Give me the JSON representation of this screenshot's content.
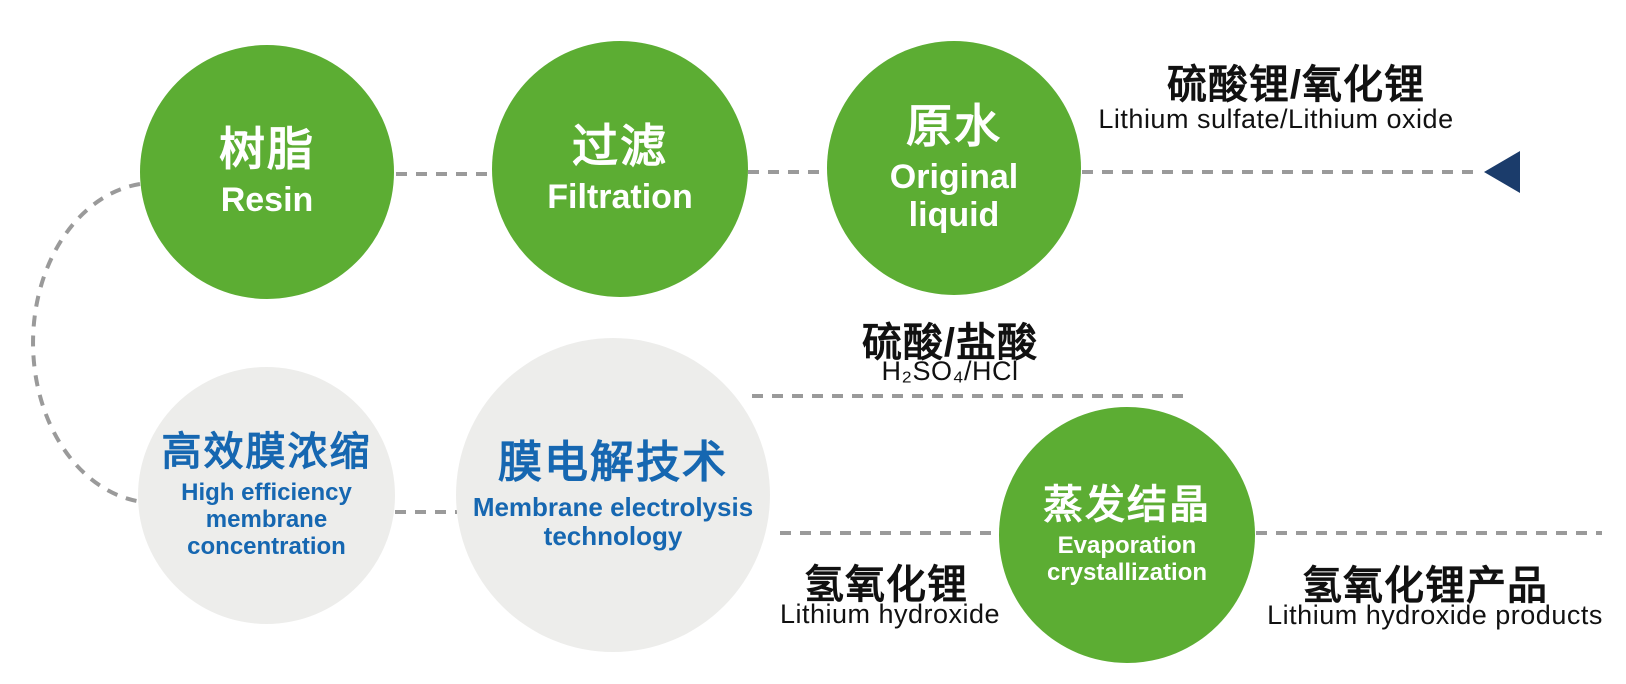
{
  "palette": {
    "green": "#5cad33",
    "grey": "#ededeb",
    "blue": "#1667b1",
    "navy": "#1b3c6b",
    "dash": "#9a9a9a",
    "text": "#111111"
  },
  "nodes": [
    {
      "id": "resin",
      "zh": "树脂",
      "en": "Resin"
    },
    {
      "id": "filtration",
      "zh": "过滤",
      "en": "Filtration"
    },
    {
      "id": "original-liquid",
      "zh": "原水",
      "en": "Original liquid"
    },
    {
      "id": "membrane-concentration",
      "zh": "高效膜浓缩",
      "en": "High efficiency membrane concentration"
    },
    {
      "id": "membrane-electrolysis",
      "zh": "膜电解技术",
      "en": "Membrane electrolysis technology"
    },
    {
      "id": "evaporation-crystallization",
      "zh": "蒸发结晶",
      "en": "Evaporation crystallization"
    }
  ],
  "labels": {
    "lithium_sulfate": {
      "zh": "硫酸锂/氧化锂",
      "en": "Lithium sulfate/Lithium oxide"
    },
    "acid": {
      "zh": "硫酸/盐酸",
      "en": "H₂SO₄/HCl"
    },
    "lithium_hydroxide": {
      "zh": "氢氧化锂",
      "en": "Lithium hydroxide"
    },
    "product": {
      "zh": "氢氧化锂产品",
      "en": "Lithium hydroxide products"
    }
  }
}
